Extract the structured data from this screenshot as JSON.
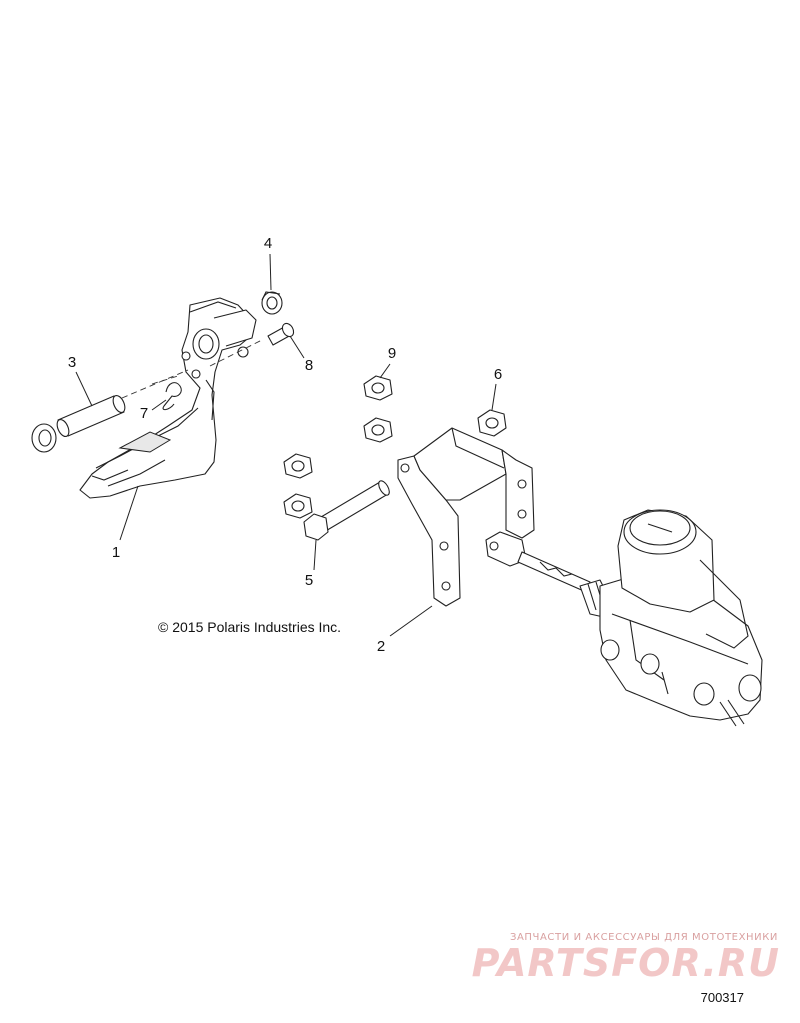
{
  "callouts": [
    {
      "id": "1",
      "label": "1"
    },
    {
      "id": "2",
      "label": "2"
    },
    {
      "id": "3",
      "label": "3"
    },
    {
      "id": "4",
      "label": "4"
    },
    {
      "id": "5",
      "label": "5"
    },
    {
      "id": "6",
      "label": "6"
    },
    {
      "id": "7",
      "label": "7"
    },
    {
      "id": "8",
      "label": "8"
    },
    {
      "id": "9",
      "label": "9"
    }
  ],
  "copyright": "© 2015 Polaris Industries Inc.",
  "figure_number": "700317",
  "watermark": {
    "tagline": "ЗАПЧАСТИ И АКСЕССУАРЫ ДЛЯ МОТОТЕХНИКИ",
    "brand": "PARTSFOR.RU",
    "color": "#e8a3a3"
  }
}
